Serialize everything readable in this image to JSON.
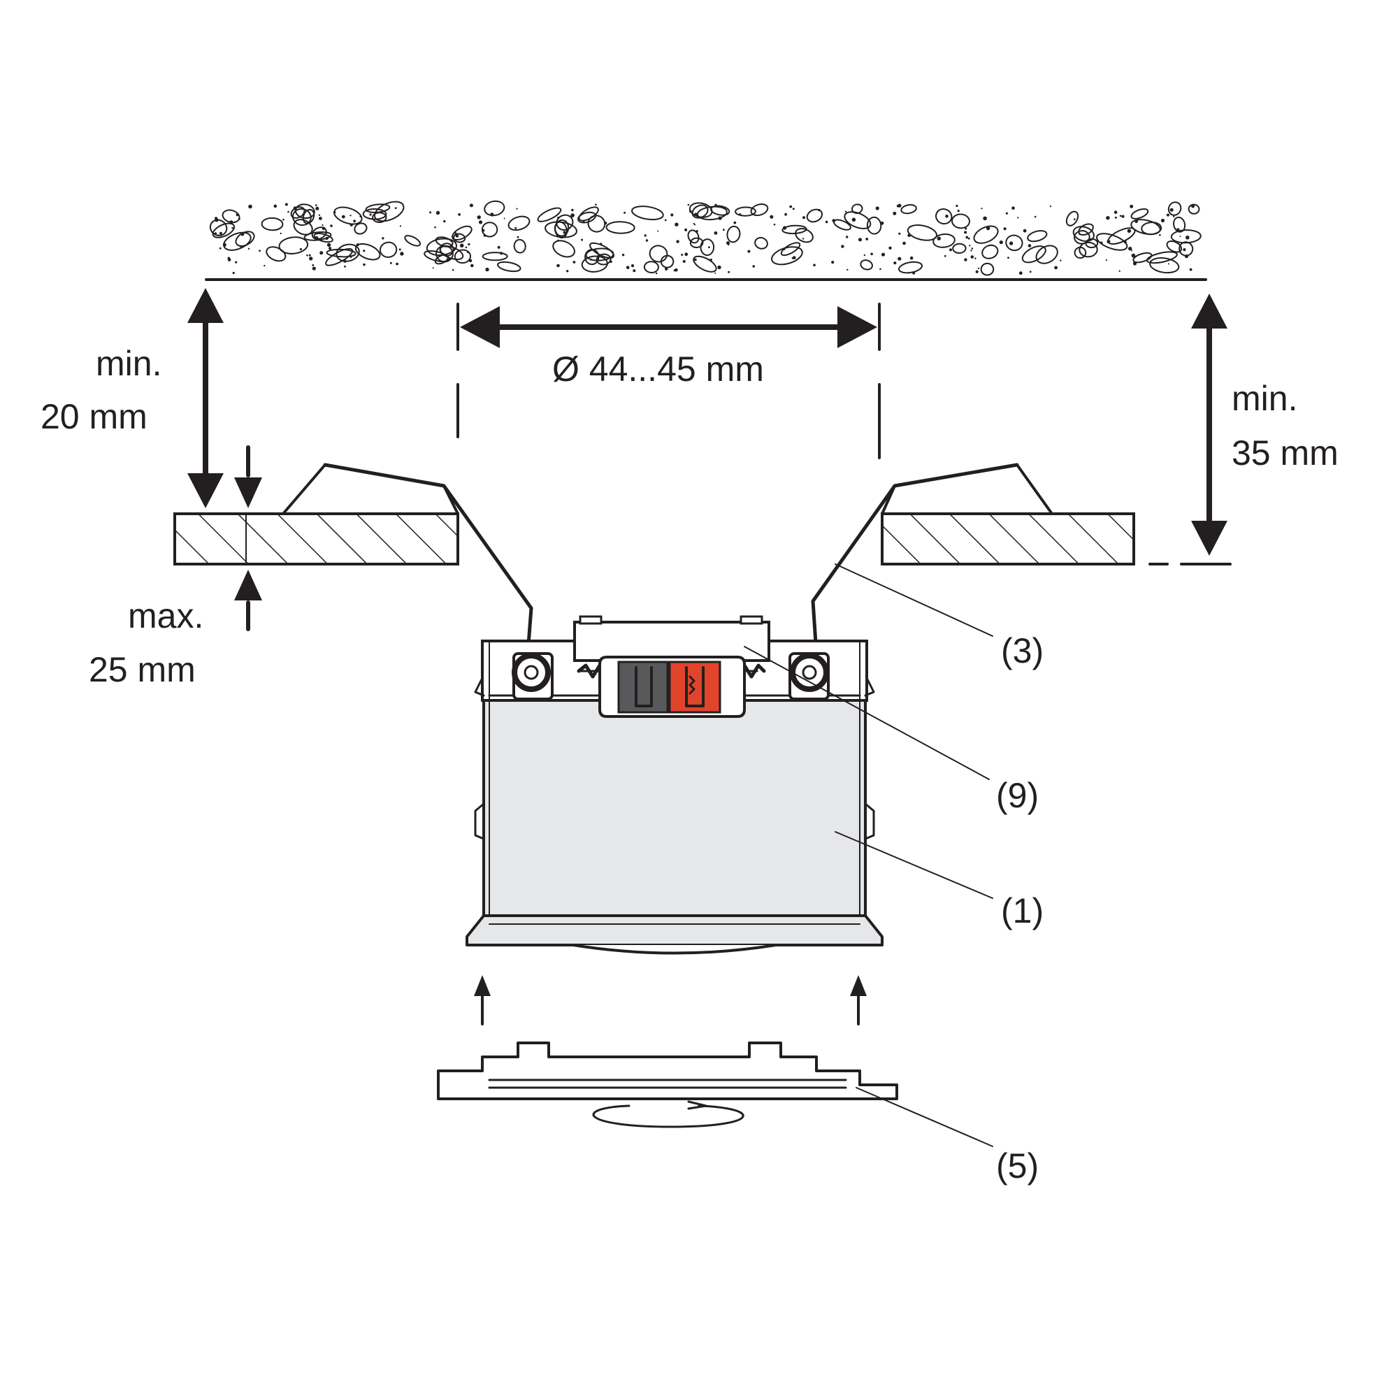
{
  "dimensions": {
    "diameter": "Ø 44...45 mm",
    "left_top_line1": "min.",
    "left_top_line2": "20 mm",
    "left_bottom_line1": "max.",
    "left_bottom_line2": "25 mm",
    "right_line1": "min.",
    "right_line2": "35 mm"
  },
  "callouts": {
    "c3": "(3)",
    "c9": "(9)",
    "c1": "(1)",
    "c5": "(5)"
  },
  "colors": {
    "ink": "#231f20",
    "housing": "#e6e7e9",
    "terminal_grey": "#58595b",
    "terminal_red": "#e0442b",
    "leader": "#4d4d4f"
  }
}
